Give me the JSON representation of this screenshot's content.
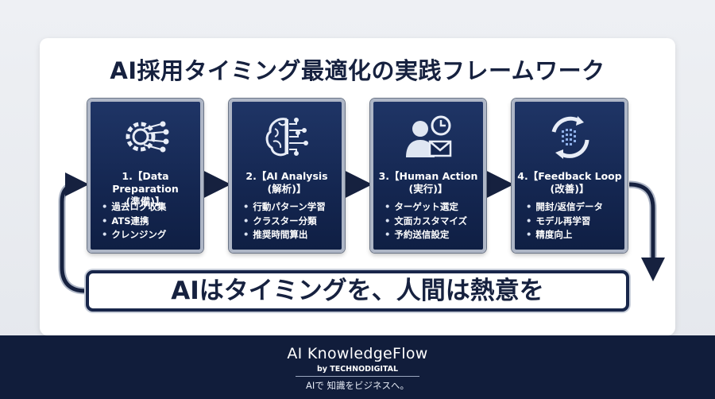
{
  "title": "AI採用タイミング最適化の実践フレームワーク",
  "steps": [
    {
      "heading": "1.【Data Preparation",
      "subheading": "(準備)】",
      "items": [
        "過去ログ収集",
        "ATS連携",
        "クレンジング"
      ],
      "icon": "gear-circuit-icon"
    },
    {
      "heading": "2.【AI Analysis",
      "subheading": "(解析)】",
      "items": [
        "行動パターン学習",
        "クラスター分類",
        "推奨時間算出"
      ],
      "icon": "brain-circuit-icon"
    },
    {
      "heading": "3.【Human Action",
      "subheading": "(実行)】",
      "items": [
        "ターゲット選定",
        "文面カスタマイズ",
        "予約送信設定"
      ],
      "icon": "person-clock-mail-icon"
    },
    {
      "heading": "4.【Feedback Loop",
      "subheading": "(改善)】",
      "items": [
        "開封/返信データ",
        "モデル再学習",
        "精度向上"
      ],
      "icon": "refresh-cycle-icon"
    }
  ],
  "slogan": "AIはタイミングを、人間は熱意を",
  "footer": {
    "brand": "AI KnowledgeFlow",
    "byline": "by TECHNODIGITAL",
    "tagline": "AIで 知識をビジネスへ。"
  },
  "colors": {
    "navy": "#16213f",
    "box": "#1a2d5a",
    "footer": "#111d3b"
  }
}
